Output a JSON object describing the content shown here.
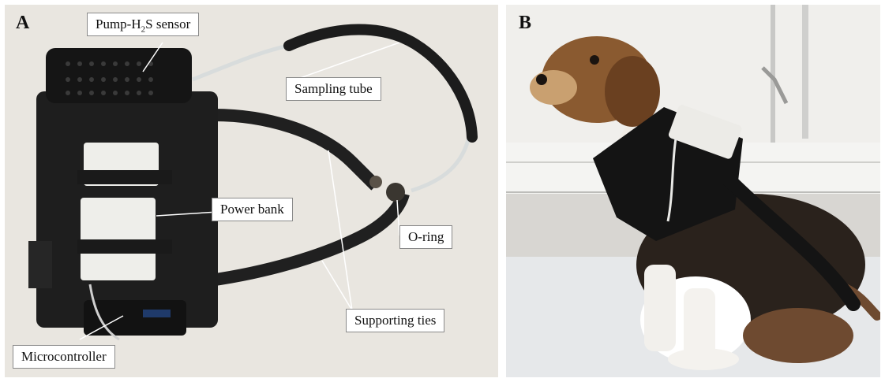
{
  "panel_a": {
    "letter": "A",
    "labels": {
      "pump_prefix": "Pump-H",
      "pump_sub": "2",
      "pump_suffix": "S sensor",
      "sampling_tube": "Sampling tube",
      "power_bank": "Power bank",
      "o_ring": "O-ring",
      "supporting_ties": "Supporting ties",
      "microcontroller": "Microcontroller"
    }
  },
  "panel_b": {
    "letter": "B"
  },
  "colors": {
    "harness": "#1b1b1b",
    "background_a": "#e9e6e0",
    "power_bank": "#eeeeea",
    "tube": "#d9dede"
  }
}
